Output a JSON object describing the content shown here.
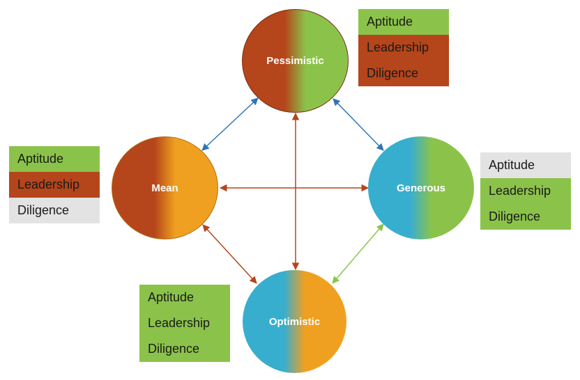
{
  "nodes": {
    "pessimistic": {
      "label": "Pessimistic",
      "colors": [
        "#b5451b",
        "#8bc34a"
      ]
    },
    "mean": {
      "label": "Mean",
      "colors": [
        "#b5451b",
        "#f0a020"
      ]
    },
    "generous": {
      "label": "Generous",
      "colors": [
        "#38aecf",
        "#8bc34a"
      ]
    },
    "optimistic": {
      "label": "Optimistic",
      "colors": [
        "#38aecf",
        "#f0a020"
      ]
    }
  },
  "attributes": {
    "pessimistic": [
      {
        "label": "Aptitude",
        "color": "#8bc34a"
      },
      {
        "label": "Leadership",
        "color": "#b5451b"
      },
      {
        "label": "Diligence",
        "color": "#b5451b"
      }
    ],
    "mean": [
      {
        "label": "Aptitude",
        "color": "#8bc34a"
      },
      {
        "label": "Leadership",
        "color": "#b5451b"
      },
      {
        "label": "Diligence",
        "color": "#e3e3e3"
      }
    ],
    "generous": [
      {
        "label": "Aptitude",
        "color": "#e3e3e3"
      },
      {
        "label": "Leadership",
        "color": "#8bc34a"
      },
      {
        "label": "Diligence",
        "color": "#8bc34a"
      }
    ],
    "optimistic": [
      {
        "label": "Aptitude",
        "color": "#8bc34a"
      },
      {
        "label": "Leadership",
        "color": "#8bc34a"
      },
      {
        "label": "Diligence",
        "color": "#8bc34a"
      }
    ]
  },
  "connections": [
    {
      "from": "pessimistic",
      "to": "mean",
      "color": "#2e75b6"
    },
    {
      "from": "pessimistic",
      "to": "generous",
      "color": "#2e75b6"
    },
    {
      "from": "mean",
      "to": "generous",
      "color": "#b5451b"
    },
    {
      "from": "pessimistic",
      "to": "optimistic",
      "color": "#b5451b"
    },
    {
      "from": "mean",
      "to": "optimistic",
      "color": "#b5451b"
    },
    {
      "from": "generous",
      "to": "optimistic",
      "color": "#8bc34a"
    }
  ]
}
